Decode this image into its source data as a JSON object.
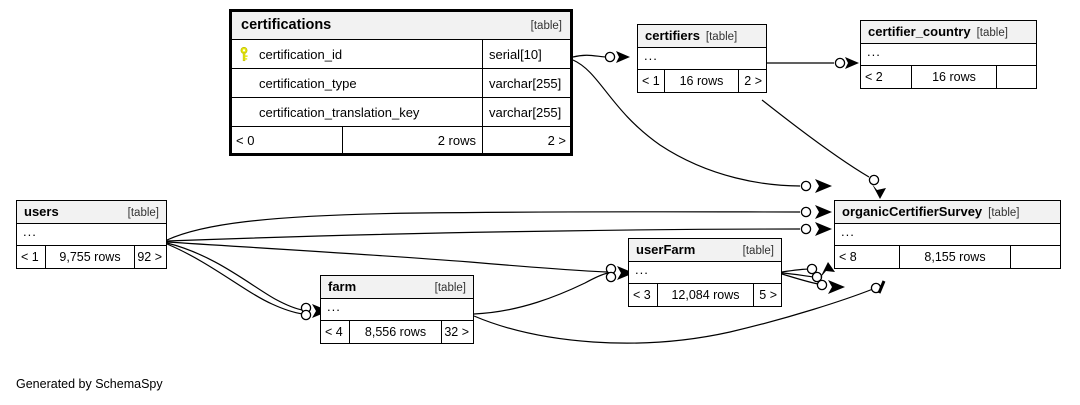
{
  "diagram": {
    "generator_note": "Generated by SchemaSpy",
    "table_tag": "[table]",
    "ellipsis": "..."
  },
  "tables": {
    "certifications": {
      "name": "certifications",
      "tag": "[table]",
      "columns": [
        {
          "name": "certification_id",
          "type": "serial[10]",
          "key": "primary-key-icon"
        },
        {
          "name": "certification_type",
          "type": "varchar[255]",
          "key": ""
        },
        {
          "name": "certification_translation_key",
          "type": "varchar[255]",
          "key": ""
        }
      ],
      "footer": {
        "left": "< 0",
        "mid": "2 rows",
        "right": "2 >"
      }
    },
    "certifiers": {
      "name": "certifiers",
      "tag": "[table]",
      "ellipsis": "...",
      "footer": {
        "left": "< 1",
        "mid": "16 rows",
        "right": "2 >"
      }
    },
    "certifier_country": {
      "name": "certifier_country",
      "tag": "[table]",
      "ellipsis": "...",
      "footer": {
        "left": "< 2",
        "mid": "16 rows",
        "right": ""
      }
    },
    "users": {
      "name": "users",
      "tag": "[table]",
      "ellipsis": "...",
      "footer": {
        "left": "< 1",
        "mid": "9,755 rows",
        "right": "92 >"
      }
    },
    "organic_certifier_survey": {
      "name": "organicCertifierSurvey",
      "tag": "[table]",
      "ellipsis": "...",
      "footer": {
        "left": "< 8",
        "mid": "8,155 rows",
        "right": ""
      }
    },
    "user_farm": {
      "name": "userFarm",
      "tag": "[table]",
      "ellipsis": "...",
      "footer": {
        "left": "< 3",
        "mid": "12,084 rows",
        "right": "5 >"
      }
    },
    "farm": {
      "name": "farm",
      "tag": "[table]",
      "ellipsis": "...",
      "footer": {
        "left": "< 4",
        "mid": "8,556 rows",
        "right": "32 >"
      }
    }
  },
  "colors": {
    "key": "#e8e80d",
    "header_fill": "#f2f2f2",
    "line": "#000000",
    "background": "#ffffff"
  }
}
